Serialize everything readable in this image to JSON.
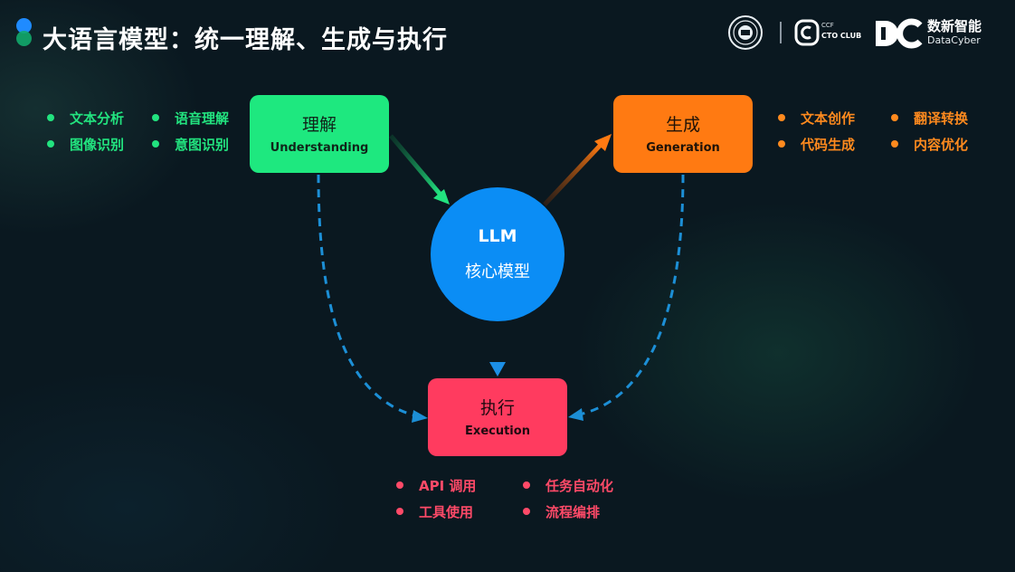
{
  "title": "大语言模型：统一理解、生成与执行",
  "logos": {
    "cto_small": "CCF",
    "cto_name": "CTO CLUB",
    "dc_mark": "DC",
    "dc_cn": "数新智能",
    "dc_en": "DataCyber"
  },
  "nodes": {
    "understanding": {
      "label_cn": "理解",
      "label_en": "Understanding",
      "color": "#1ee87f"
    },
    "generation": {
      "label_cn": "生成",
      "label_en": "Generation",
      "color": "#ff7a12"
    },
    "execution": {
      "label_cn": "执行",
      "label_en": "Execution",
      "color": "#ff3b5f"
    },
    "core": {
      "label": "LLM",
      "sublabel": "核心模型",
      "color": "#0b8df5"
    }
  },
  "understanding_items": [
    "文本分析",
    "语音理解",
    "图像识别",
    "意图识别"
  ],
  "generation_items": [
    "文本创作",
    "翻译转换",
    "代码生成",
    "内容优化"
  ],
  "execution_items": [
    "API 调用",
    "任务自动化",
    "工具使用",
    "流程编排"
  ],
  "colors": {
    "background": "#0a1820",
    "dashed_arrow": "#1c8fd6",
    "green": "#22e37f",
    "orange": "#ff8a1e",
    "red": "#ff4a68"
  }
}
